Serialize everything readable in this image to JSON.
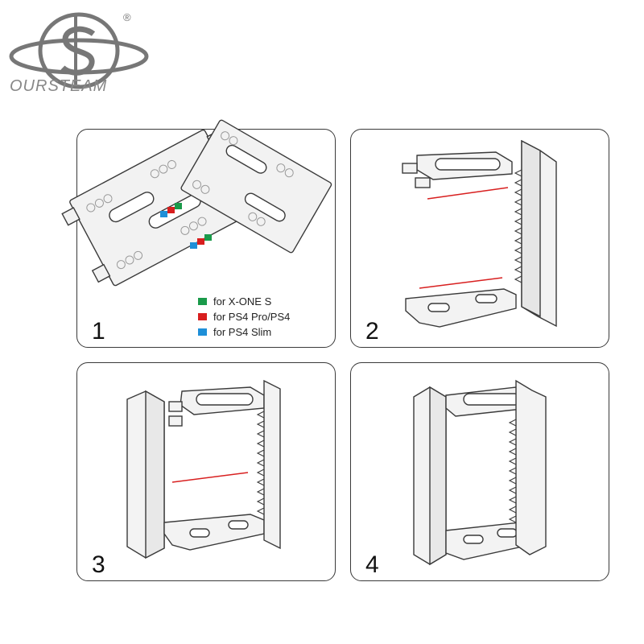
{
  "brand": {
    "name": "OURSTEAM",
    "registered": "®"
  },
  "steps": [
    {
      "number": "1"
    },
    {
      "number": "2"
    },
    {
      "number": "3"
    },
    {
      "number": "4"
    }
  ],
  "legend": [
    {
      "label": "for X-ONE S",
      "color": "#1a9a4a"
    },
    {
      "label": "for PS4 Pro/PS4",
      "color": "#d81e1e"
    },
    {
      "label": "for PS4 Slim",
      "color": "#1e8fd8"
    }
  ],
  "colors": {
    "line": "#3a3a3a",
    "guide": "#d82020"
  }
}
